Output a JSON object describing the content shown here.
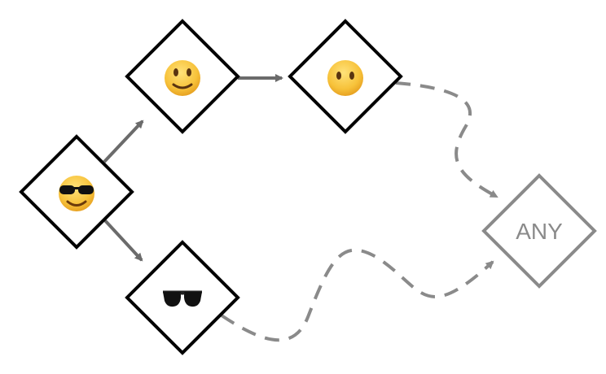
{
  "diagram": {
    "nodes": [
      {
        "id": "cool",
        "icon": "smiling-face-with-sunglasses-icon"
      },
      {
        "id": "smile",
        "icon": "slightly-smiling-face-icon"
      },
      {
        "id": "blank",
        "icon": "face-without-mouth-icon"
      },
      {
        "id": "glasses",
        "icon": "sunglasses-icon"
      },
      {
        "id": "any",
        "label": "ANY"
      }
    ],
    "edges": [
      {
        "from": "cool",
        "to": "smile",
        "style": "solid"
      },
      {
        "from": "smile",
        "to": "blank",
        "style": "solid"
      },
      {
        "from": "cool",
        "to": "glasses",
        "style": "solid"
      },
      {
        "from": "blank",
        "to": "any",
        "style": "dashed"
      },
      {
        "from": "glasses",
        "to": "any",
        "style": "dashed"
      }
    ],
    "colors": {
      "node_border": "#000000",
      "any_border": "#8a8a8a",
      "solid_edge": "#6b6b6b",
      "dashed_edge": "#8a8a8a",
      "face_yellow": "#f7c23a",
      "face_shade": "#e39a1c"
    }
  }
}
